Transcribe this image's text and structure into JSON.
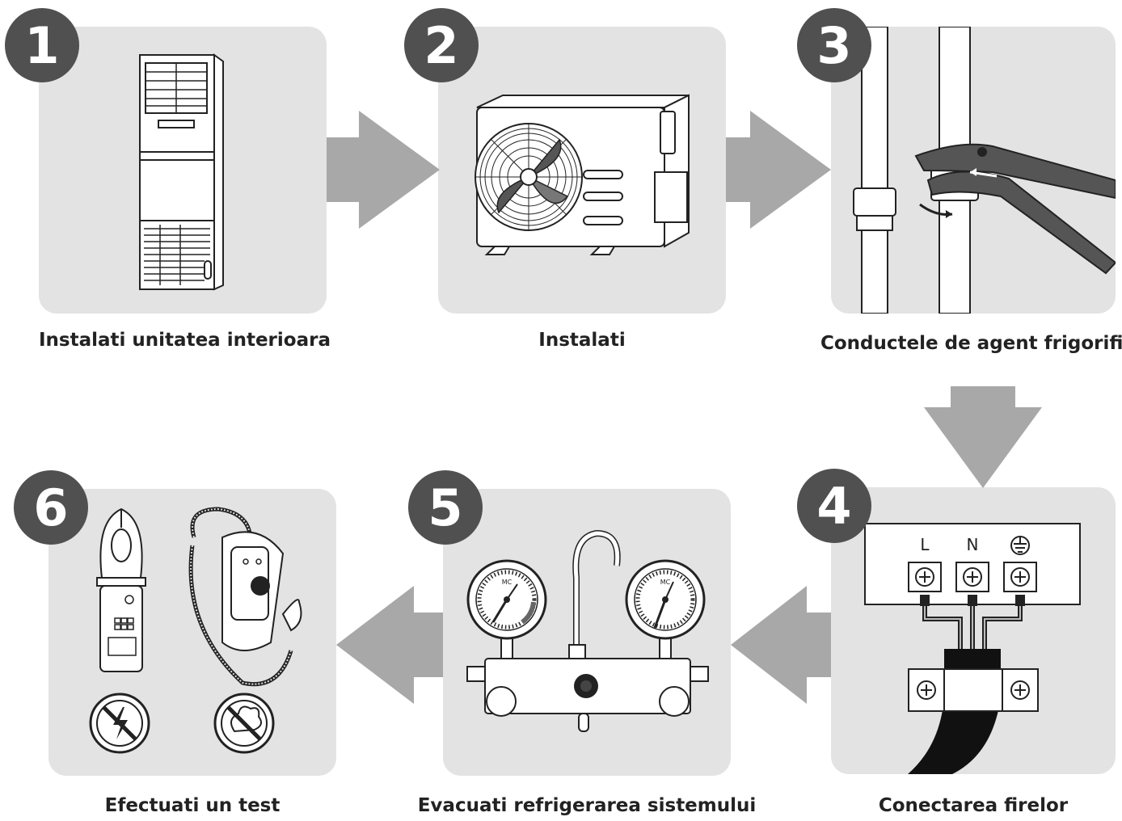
{
  "steps": [
    {
      "number": "1",
      "caption": "Instalati unitatea interioara"
    },
    {
      "number": "2",
      "caption": "Instalati"
    },
    {
      "number": "3",
      "caption": "Conductele de agent frigorific"
    },
    {
      "number": "4",
      "caption": "Conectarea firelor"
    },
    {
      "number": "5",
      "caption": "Evacuati refrigerarea sistemului"
    },
    {
      "number": "6",
      "caption": "Efectuati un test"
    }
  ],
  "terminal_labels": {
    "live": "L",
    "neutral": "N"
  },
  "gauge_label": "MC",
  "colors": {
    "panel_bg": "#e3e3e3",
    "badge_bg": "#505050",
    "arrow": "#a8a8a8",
    "line": "#222222"
  }
}
